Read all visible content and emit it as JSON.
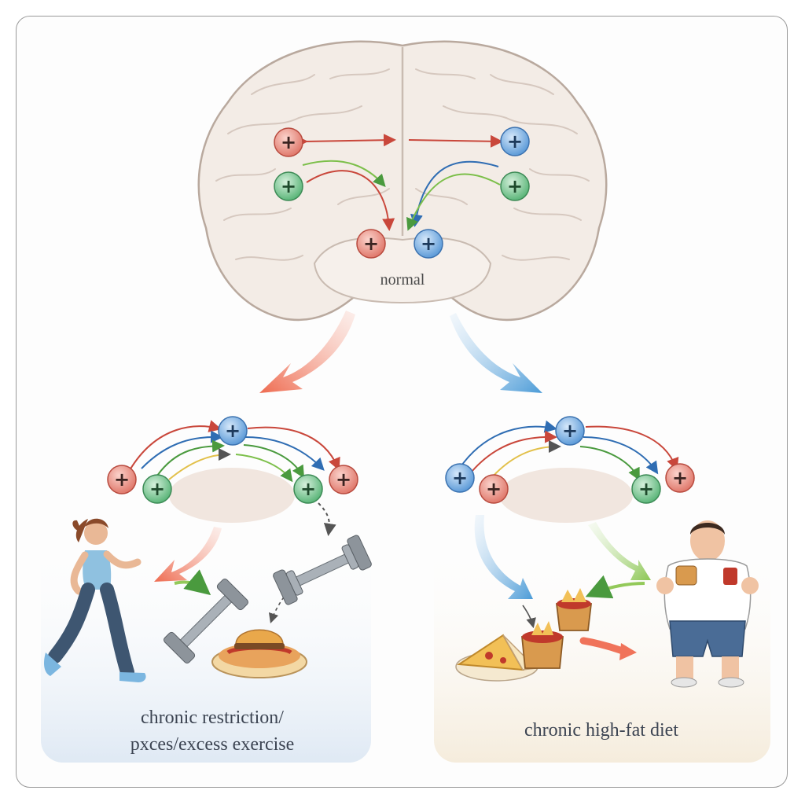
{
  "center_label": "normal",
  "left_panel": {
    "caption_line1": "chronic restriction/",
    "caption_line2": "pxces/excess exercise"
  },
  "right_panel": {
    "caption": "chronic high-fat diet"
  },
  "node_symbol": "+",
  "colors": {
    "red_node": "#e06a5e",
    "blue_node": "#4f8fd0",
    "green_node": "#4aa56a",
    "red_arrow": "#f0735a",
    "blue_arrow": "#5aa5dc",
    "green_arrow": "#93c95a",
    "brain": "#f3ece6",
    "brain_outline": "#b9a99e"
  },
  "icons": [
    "brain",
    "runner",
    "dumbbell",
    "dumbbell",
    "burger-plate",
    "pizza-slice",
    "fast-food-basket",
    "overweight-person"
  ]
}
